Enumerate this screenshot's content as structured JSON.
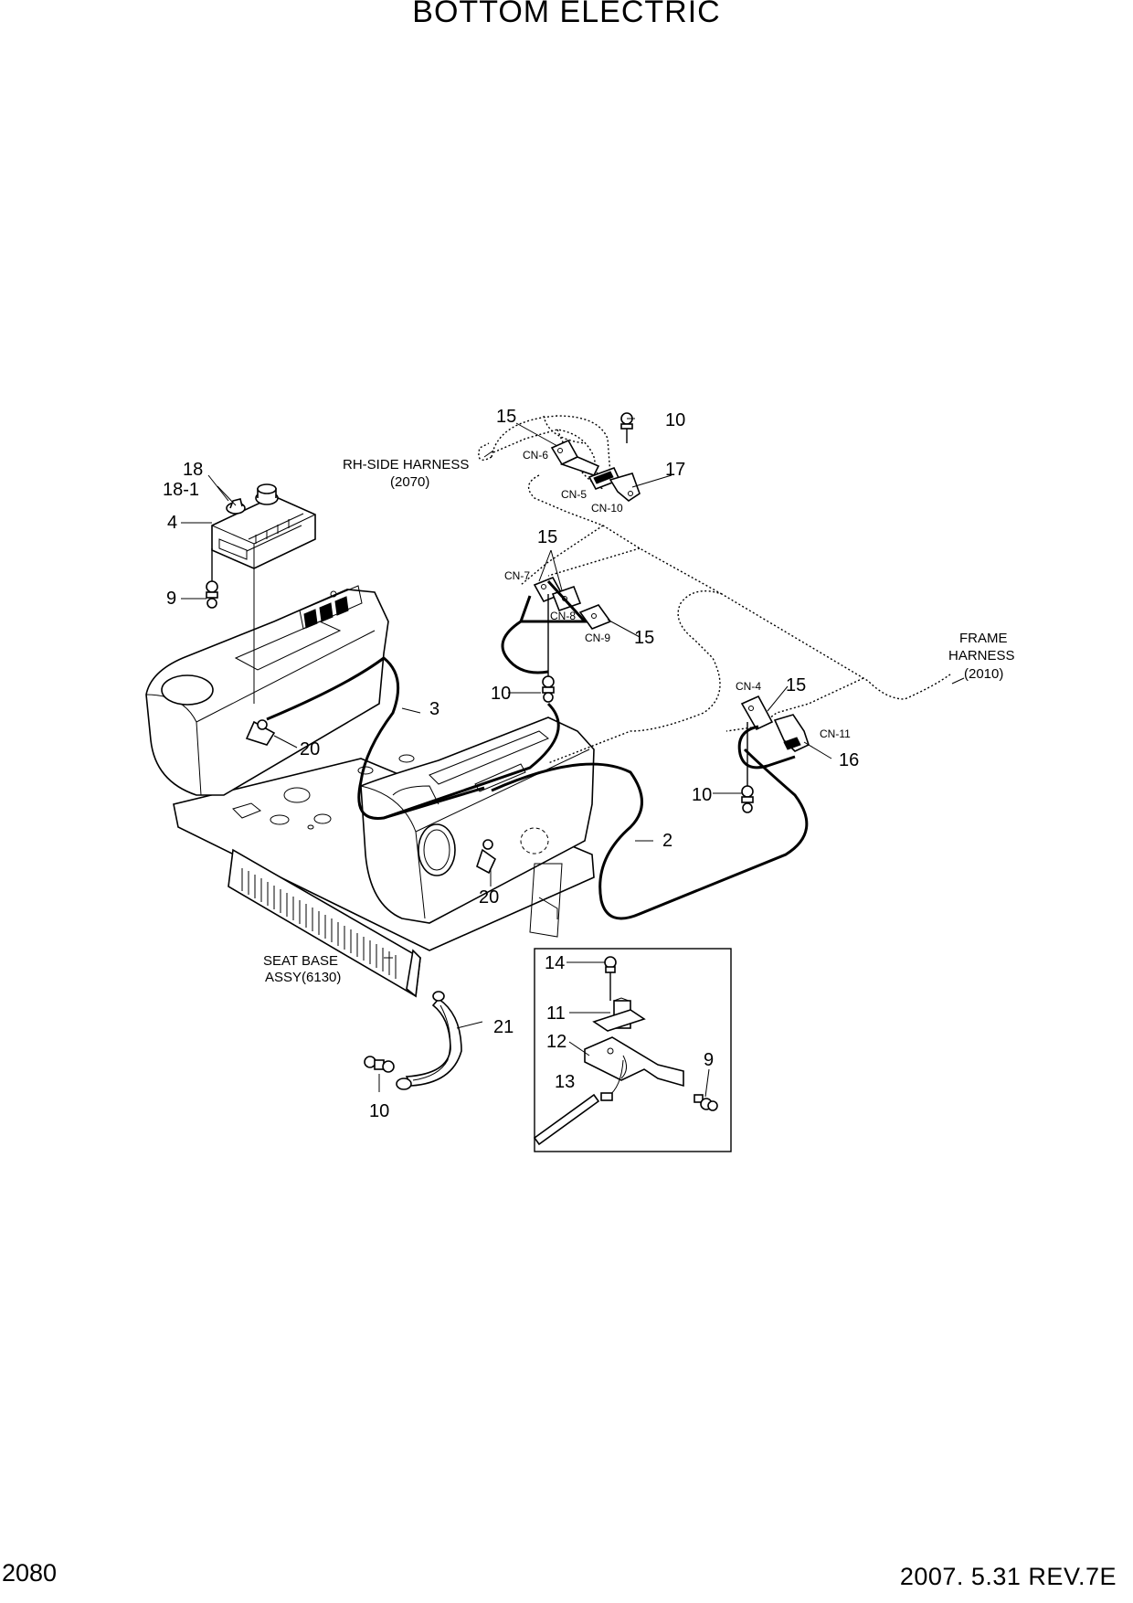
{
  "title": "BOTTOM ELECTRIC",
  "page_number": "2080",
  "revision": "2007. 5.31  REV.7E",
  "harness_labels": {
    "rh_side_line1": "RH-SIDE HARNESS",
    "rh_side_line2": "(2070)",
    "frame_line1": "FRAME",
    "frame_line2": "HARNESS",
    "frame_line3": "(2010)",
    "seat_base_line1": "SEAT BASE",
    "seat_base_line2": "ASSY(6130)"
  },
  "connectors": {
    "cn4": "CN-4",
    "cn5": "CN-5",
    "cn6": "CN-6",
    "cn7": "CN-7",
    "cn8": "CN-8",
    "cn9": "CN-9",
    "cn10": "CN-10",
    "cn11": "CN-11"
  },
  "callouts": {
    "p18": "18",
    "p18_1": "18-1",
    "p4": "4",
    "p9_left": "9",
    "p15_top": "15",
    "p10_top": "10",
    "p17": "17",
    "p15_mid": "15",
    "p15_cn9": "15",
    "p3": "3",
    "p10_mid": "10",
    "p20_left": "20",
    "p15_right": "15",
    "p16": "16",
    "p10_right": "10",
    "p2": "2",
    "p20_right": "20",
    "p14": "14",
    "p11": "11",
    "p12": "12",
    "p9_detail": "9",
    "p13": "13",
    "p21": "21",
    "p10_bottom": "10"
  }
}
